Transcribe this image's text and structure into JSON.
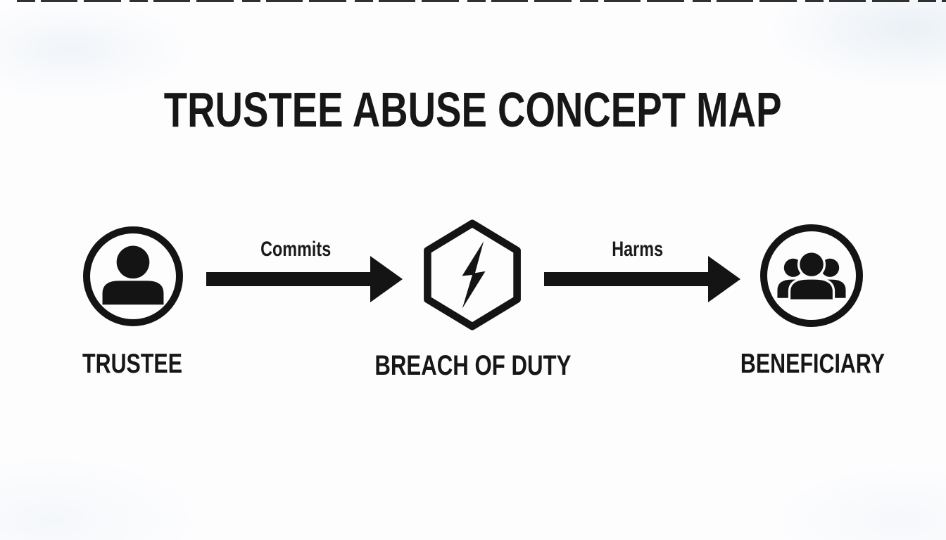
{
  "page": {
    "title": "TRUSTEE ABUSE CONCEPT MAP"
  },
  "nodes": [
    {
      "id": "trustee",
      "label": "TRUSTEE",
      "shape": "circle",
      "icon": "person-icon"
    },
    {
      "id": "breach-of-duty",
      "label": "BREACH OF DUTY",
      "shape": "hexagon",
      "icon": "lightning-bolt-icon"
    },
    {
      "id": "beneficiary",
      "label": "BENEFICIARY",
      "shape": "circle",
      "icon": "people-group-icon"
    }
  ],
  "edges": [
    {
      "from": "trustee",
      "to": "breach-of-duty",
      "label": "Commits"
    },
    {
      "from": "breach-of-duty",
      "to": "beneficiary",
      "label": "Harms"
    }
  ],
  "colors": {
    "ink": "#141414",
    "background": "#fdfdfe"
  }
}
